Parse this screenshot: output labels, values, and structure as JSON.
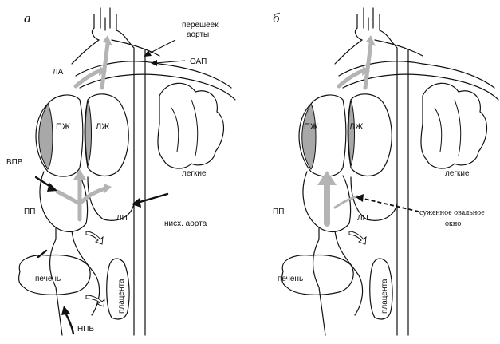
{
  "panel_a": {
    "letter": "а",
    "isthmus_line1": "перешеек",
    "isthmus_line2": "аорты",
    "oap": "ОАП",
    "la": "ЛА",
    "pzh": "ПЖ",
    "lzh": "ЛЖ",
    "vpv": "ВПВ",
    "lungs": "легкие",
    "pp": "ПП",
    "lp": "ЛП",
    "desc_aorta": "нисх. аорта",
    "liver": "печень",
    "placenta": "плацента",
    "npv": "НПВ"
  },
  "panel_b": {
    "letter": "б",
    "pzh": "ПЖ",
    "lzh": "ЛЖ",
    "lungs": "легкие",
    "pp": "ПП",
    "lp": "ЛП",
    "foramen_line1": "суженное овальное",
    "foramen_line2": "окно",
    "liver": "печень",
    "placenta": "плацента"
  },
  "colors": {
    "ventricle_wall": "#a8a8a8",
    "flow_arrow": "#b4b4b4",
    "ink": "#111111"
  }
}
